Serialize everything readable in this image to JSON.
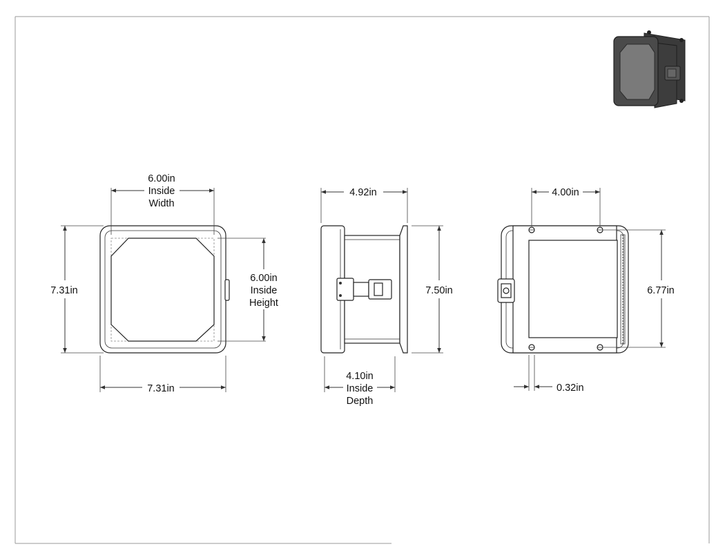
{
  "front_view": {
    "inside_width": [
      "6.00in",
      "Inside",
      "Width"
    ],
    "inside_height": [
      "6.00in",
      "Inside",
      "Height"
    ],
    "overall_height": "7.31in",
    "overall_width": "7.31in"
  },
  "side_view": {
    "overall_depth": "4.92in",
    "overall_height": "7.50in",
    "inside_depth": [
      "4.10in",
      "Inside",
      "Depth"
    ]
  },
  "rear_view": {
    "mounting_width": "4.00in",
    "mounting_height": "6.77in",
    "flange_offset": "0.32in"
  },
  "colors": {
    "line": "#222222",
    "border": "#9a9a9a",
    "iso_body": "#4a4a4a",
    "iso_face": "#7a7a7a"
  }
}
